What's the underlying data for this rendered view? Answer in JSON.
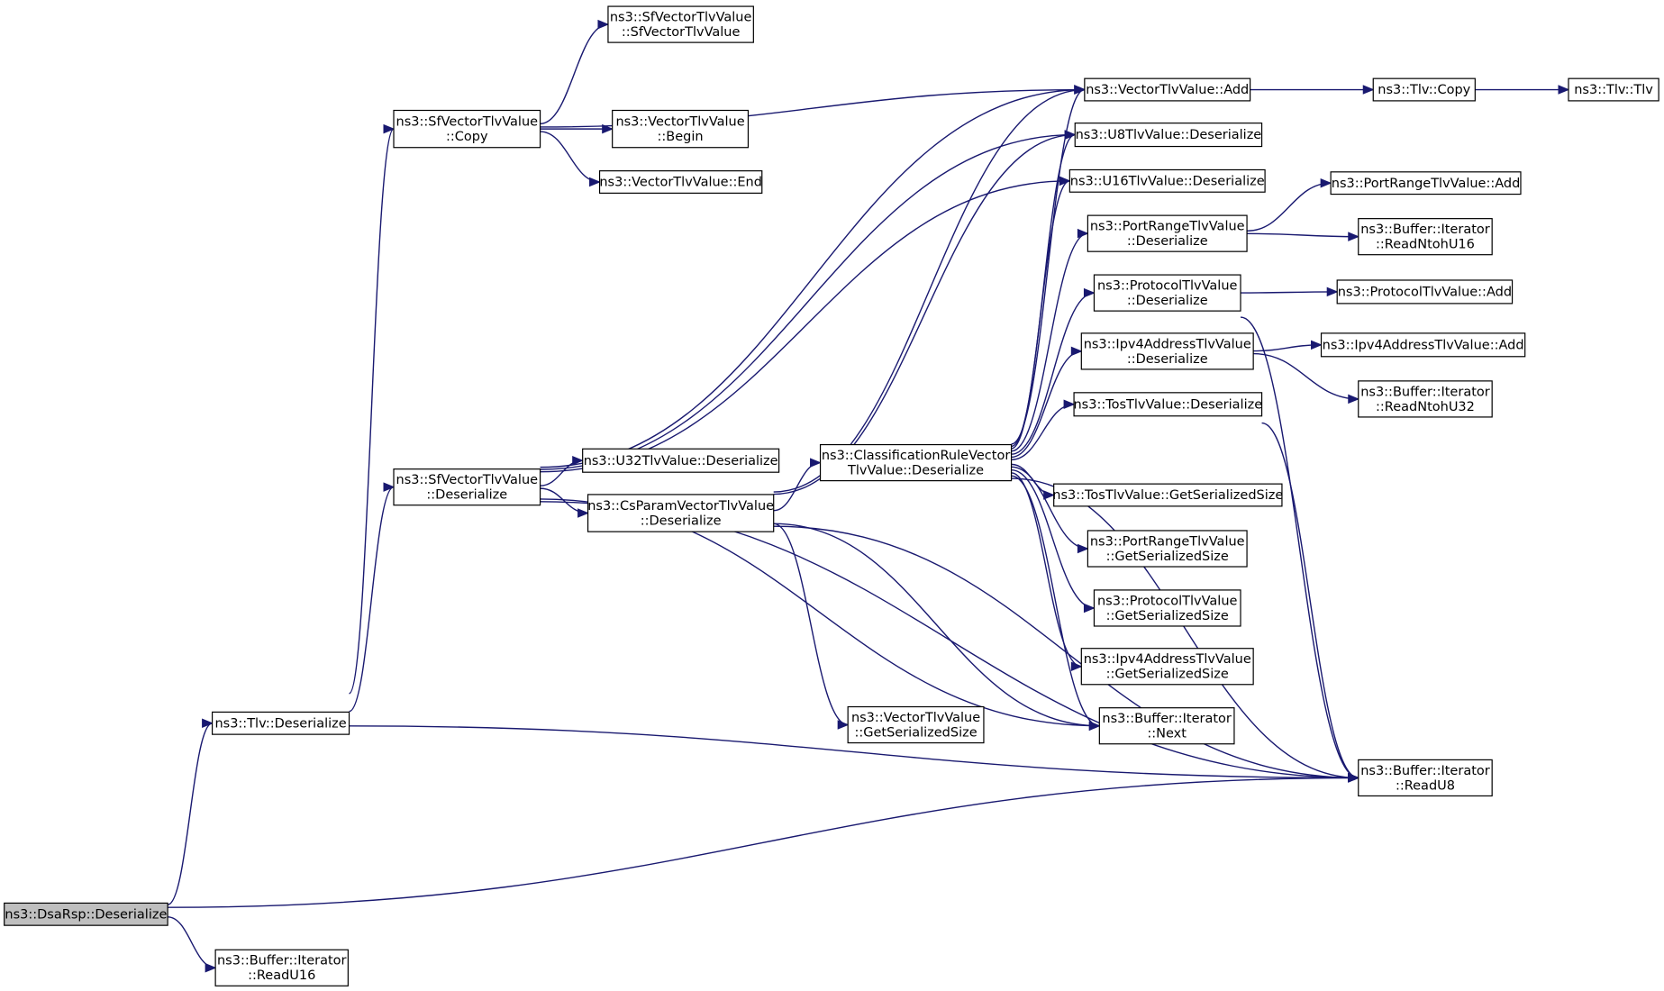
{
  "diagram": {
    "type": "call-graph",
    "colors": {
      "edge": "#191970",
      "node_border": "#000000",
      "node_fill": "#ffffff",
      "root_fill": "#bfbfbf"
    },
    "nodes": [
      {
        "id": "dsarsp",
        "lines": [
          "ns3::DsaRsp::Deserialize"
        ],
        "root": true
      },
      {
        "id": "readu16",
        "lines": [
          "ns3::Buffer::Iterator",
          "::ReadU16"
        ]
      },
      {
        "id": "tlvdeser",
        "lines": [
          "ns3::Tlv::Deserialize"
        ]
      },
      {
        "id": "sfcopy",
        "lines": [
          "ns3::SfVectorTlvValue",
          "::Copy"
        ]
      },
      {
        "id": "sfdeser",
        "lines": [
          "ns3::SfVectorTlvValue",
          "::Deserialize"
        ]
      },
      {
        "id": "sfctor",
        "lines": [
          "ns3::SfVectorTlvValue",
          "::SfVectorTlvValue"
        ]
      },
      {
        "id": "vbegin",
        "lines": [
          "ns3::VectorTlvValue",
          "::Begin"
        ]
      },
      {
        "id": "vend",
        "lines": [
          "ns3::VectorTlvValue::End"
        ]
      },
      {
        "id": "u32deser",
        "lines": [
          "ns3::U32TlvValue::Deserialize"
        ]
      },
      {
        "id": "csparam",
        "lines": [
          "ns3::CsParamVectorTlvValue",
          "::Deserialize"
        ]
      },
      {
        "id": "vgetsize",
        "lines": [
          "ns3::VectorTlvValue",
          "::GetSerializedSize"
        ]
      },
      {
        "id": "classrule",
        "lines": [
          "ns3::ClassificationRuleVector",
          "TlvValue::Deserialize"
        ]
      },
      {
        "id": "vadd",
        "lines": [
          "ns3::VectorTlvValue::Add"
        ]
      },
      {
        "id": "u8deser",
        "lines": [
          "ns3::U8TlvValue::Deserialize"
        ]
      },
      {
        "id": "u16deser",
        "lines": [
          "ns3::U16TlvValue::Deserialize"
        ]
      },
      {
        "id": "portdeser",
        "lines": [
          "ns3::PortRangeTlvValue",
          "::Deserialize"
        ]
      },
      {
        "id": "protodeser",
        "lines": [
          "ns3::ProtocolTlvValue",
          "::Deserialize"
        ]
      },
      {
        "id": "ipv4deser",
        "lines": [
          "ns3::Ipv4AddressTlvValue",
          "::Deserialize"
        ]
      },
      {
        "id": "tosdeser",
        "lines": [
          "ns3::TosTlvValue::Deserialize"
        ]
      },
      {
        "id": "tossize",
        "lines": [
          "ns3::TosTlvValue::GetSerializedSize"
        ]
      },
      {
        "id": "portsize",
        "lines": [
          "ns3::PortRangeTlvValue",
          "::GetSerializedSize"
        ]
      },
      {
        "id": "protosize",
        "lines": [
          "ns3::ProtocolTlvValue",
          "::GetSerializedSize"
        ]
      },
      {
        "id": "ipv4size",
        "lines": [
          "ns3::Ipv4AddressTlvValue",
          "::GetSerializedSize"
        ]
      },
      {
        "id": "next",
        "lines": [
          "ns3::Buffer::Iterator",
          "::Next"
        ]
      },
      {
        "id": "tlvcopy",
        "lines": [
          "ns3::Tlv::Copy"
        ]
      },
      {
        "id": "tlvtlv",
        "lines": [
          "ns3::Tlv::Tlv"
        ]
      },
      {
        "id": "portadd",
        "lines": [
          "ns3::PortRangeTlvValue::Add"
        ]
      },
      {
        "id": "readntohu16",
        "lines": [
          "ns3::Buffer::Iterator",
          "::ReadNtohU16"
        ]
      },
      {
        "id": "protoadd",
        "lines": [
          "ns3::ProtocolTlvValue::Add"
        ]
      },
      {
        "id": "ipv4add",
        "lines": [
          "ns3::Ipv4AddressTlvValue::Add"
        ]
      },
      {
        "id": "readntohu32",
        "lines": [
          "ns3::Buffer::Iterator",
          "::ReadNtohU32"
        ]
      },
      {
        "id": "readu8",
        "lines": [
          "ns3::Buffer::Iterator",
          "::ReadU8"
        ]
      }
    ],
    "edges": [
      [
        "dsarsp",
        "tlvdeser"
      ],
      [
        "dsarsp",
        "readu16"
      ],
      [
        "dsarsp",
        "readu8"
      ],
      [
        "tlvdeser",
        "sfcopy"
      ],
      [
        "tlvdeser",
        "sfdeser"
      ],
      [
        "tlvdeser",
        "readu8"
      ],
      [
        "sfcopy",
        "sfctor"
      ],
      [
        "sfcopy",
        "vbegin"
      ],
      [
        "sfcopy",
        "vend"
      ],
      [
        "sfcopy",
        "vadd"
      ],
      [
        "sfdeser",
        "vadd"
      ],
      [
        "sfdeser",
        "u8deser"
      ],
      [
        "sfdeser",
        "u16deser"
      ],
      [
        "sfdeser",
        "u32deser"
      ],
      [
        "sfdeser",
        "csparam"
      ],
      [
        "sfdeser",
        "next"
      ],
      [
        "sfdeser",
        "readu8"
      ],
      [
        "csparam",
        "vadd"
      ],
      [
        "csparam",
        "u8deser"
      ],
      [
        "csparam",
        "classrule"
      ],
      [
        "csparam",
        "vgetsize"
      ],
      [
        "csparam",
        "next"
      ],
      [
        "csparam",
        "readu8"
      ],
      [
        "classrule",
        "vadd"
      ],
      [
        "classrule",
        "u8deser"
      ],
      [
        "classrule",
        "u16deser"
      ],
      [
        "classrule",
        "portdeser"
      ],
      [
        "classrule",
        "protodeser"
      ],
      [
        "classrule",
        "ipv4deser"
      ],
      [
        "classrule",
        "tosdeser"
      ],
      [
        "classrule",
        "tossize"
      ],
      [
        "classrule",
        "portsize"
      ],
      [
        "classrule",
        "protosize"
      ],
      [
        "classrule",
        "ipv4size"
      ],
      [
        "classrule",
        "next"
      ],
      [
        "classrule",
        "readu8"
      ],
      [
        "vadd",
        "tlvcopy"
      ],
      [
        "tlvcopy",
        "tlvtlv"
      ],
      [
        "portdeser",
        "portadd"
      ],
      [
        "portdeser",
        "readntohu16"
      ],
      [
        "protodeser",
        "protoadd"
      ],
      [
        "protodeser",
        "readu8"
      ],
      [
        "ipv4deser",
        "ipv4add"
      ],
      [
        "ipv4deser",
        "readntohu32"
      ],
      [
        "tosdeser",
        "readu8"
      ]
    ]
  }
}
